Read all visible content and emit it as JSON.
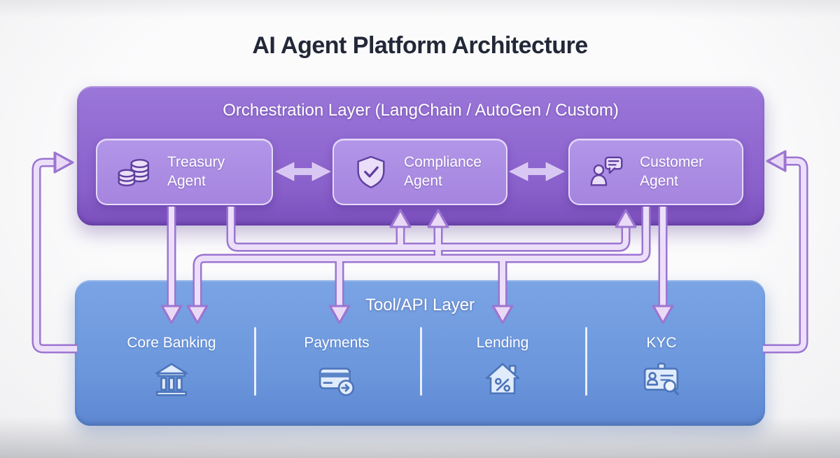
{
  "title": "AI Agent Platform Architecture",
  "orchestration_layer": {
    "label": "Orchestration Layer (LangChain / AutoGen / Custom)",
    "agents": [
      {
        "label": "Treasury Agent",
        "icon": "coins-icon"
      },
      {
        "label": "Compliance Agent",
        "icon": "shield-check-icon"
      },
      {
        "label": "Customer Agent",
        "icon": "person-chat-icon"
      }
    ]
  },
  "tool_api_layer": {
    "label": "Tool/API Layer",
    "tools": [
      {
        "label": "Core Banking",
        "icon": "bank-icon"
      },
      {
        "label": "Payments",
        "icon": "credit-card-icon"
      },
      {
        "label": "Lending",
        "icon": "house-percent-icon"
      },
      {
        "label": "KYC",
        "icon": "id-card-search-icon"
      }
    ]
  },
  "connections": {
    "agent_to_agent": [
      "Treasury Agent ↔ Compliance Agent",
      "Compliance Agent ↔ Customer Agent"
    ],
    "down_arrows_into_tools": [
      "Core Banking (x2)",
      "Payments",
      "Lending",
      "KYC"
    ],
    "up_arrows_into_orchestration": [
      "under Compliance Agent (x2)",
      "under Customer Agent"
    ],
    "side_loops": [
      "left: Tool/API Layer up to Orchestration Layer",
      "right: Tool/API Layer up to Orchestration Layer"
    ]
  },
  "colors": {
    "orchestration_bg": "#8a60cb",
    "agent_card_bg": "#a98ce2",
    "tool_layer_bg": "#6b96dc",
    "arrow_stroke": "#9c75d1",
    "arrow_fill": "#ecdff9",
    "title_text": "#232838",
    "label_text": "#ffffff"
  }
}
